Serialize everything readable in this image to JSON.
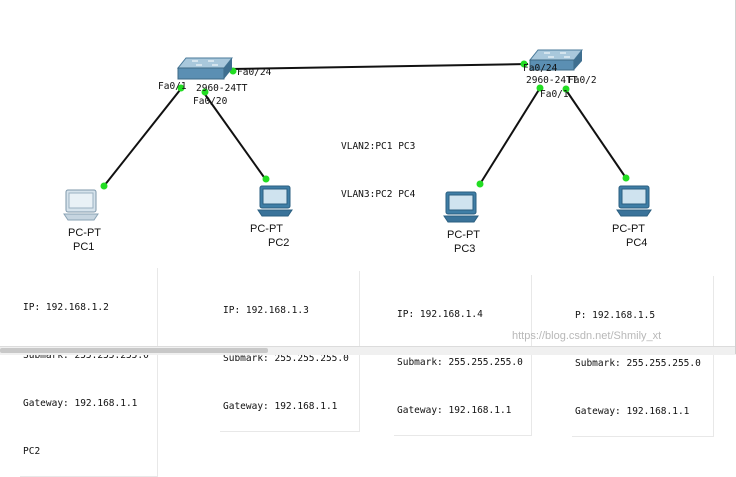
{
  "switches": {
    "left": {
      "ports": {
        "fa0_1": "Fa0/1",
        "fa0_24": "Fa0/24",
        "fa0_20": "Fa0/20"
      },
      "model": "2960-24TT"
    },
    "right": {
      "ports": {
        "fa0_24": "Fa0/24",
        "fa0_2": "Fa0/2",
        "fa0_1": "Fa0/1"
      },
      "model": "2960-24TT"
    }
  },
  "pcs": [
    {
      "type": "PC-PT",
      "name": "PC1"
    },
    {
      "type": "PC-PT",
      "name": "PC2"
    },
    {
      "type": "PC-PT",
      "name": "PC3"
    },
    {
      "type": "PC-PT",
      "name": "PC4"
    }
  ],
  "vlan_notes": {
    "line1": "VLAN2:PC1 PC3",
    "line2": "VLAN3:PC2 PC4"
  },
  "ip_boxes": [
    {
      "ip": "IP: 192.168.1.2",
      "mask": "Submark: 255.255.255.0",
      "gw": "Gateway: 192.168.1.1",
      "extra": "PC2"
    },
    {
      "ip": "IP: 192.168.1.3",
      "mask": "Submark: 255.255.255.0",
      "gw": "Gateway: 192.168.1.1"
    },
    {
      "ip": "IP: 192.168.1.4",
      "mask": "Submark: 255.255.255.0",
      "gw": "Gateway: 192.168.1.1"
    },
    {
      "ip": "P: 192.168.1.5",
      "mask": "Submark: 255.255.255.0",
      "gw": "Gateway: 192.168.1.1"
    }
  ],
  "watermark": "https://blog.csdn.net/Shmily_xt",
  "colors": {
    "link": "#111111",
    "link_up": "#22dd22",
    "switch_body": "#5b8fb3",
    "switch_top": "#a9c8dc",
    "pc_body": "#3f7ea6"
  }
}
